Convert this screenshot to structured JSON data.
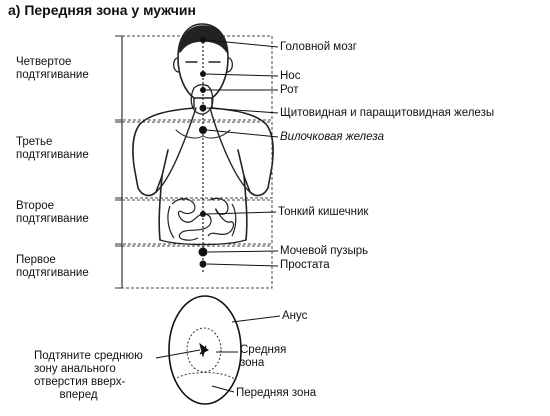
{
  "title": "а) Передняя зона у мужчин",
  "stages": [
    {
      "label": "Четвертое\nподтягивание"
    },
    {
      "label": "Третье\nподтягивание"
    },
    {
      "label": "Второе\nподтягивание"
    },
    {
      "label": "Первое\nподтягивание"
    }
  ],
  "organs": {
    "brain": "Головной мозг",
    "nose": "Нос",
    "mouth": "Рот",
    "thyroid": "Щитовидная и паращитовидная железы",
    "thymus": "Вилочковая железа",
    "intestine": "Тонкий кишечник",
    "bladder": "Мочевой пузырь",
    "prostate": "Простата"
  },
  "perineum": {
    "anus": "Анус",
    "middle_zone": "Средняя\nзона",
    "front_zone": "Передняя зона",
    "instruction": "Подтяните среднюю\nзону анального\nотверстия вверх-\n        вперед"
  }
}
